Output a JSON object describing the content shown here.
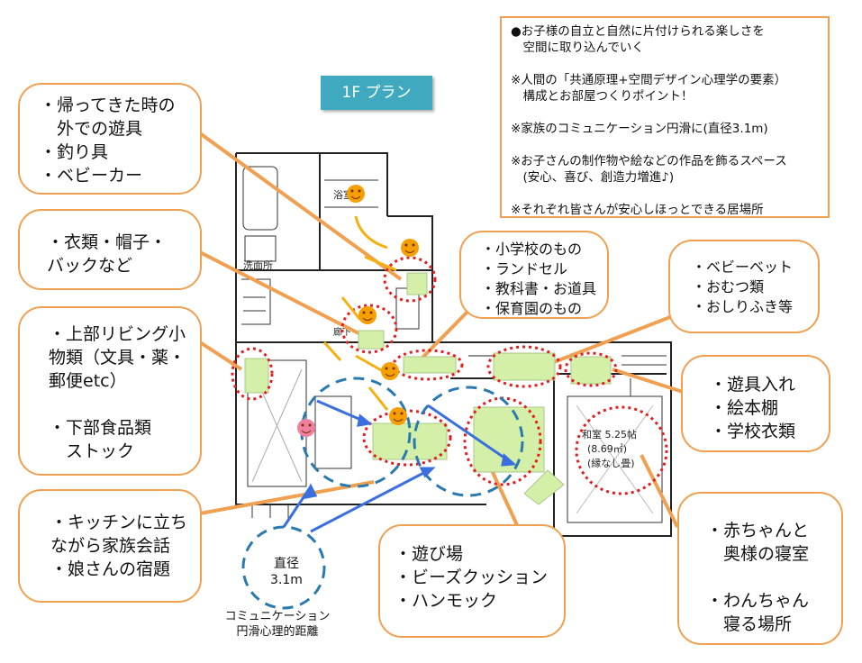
{
  "title": "1F プラン",
  "notes": [
    "●お子様の自立と自然に片付けられる楽しさを",
    "　空間に取り込んでいく",
    "",
    "※人間の「共通原理+空間デザイン心理学の要素）",
    "　構成とお部屋つくりポイント！",
    "",
    "※家族のコミュニケーション円滑に(直径3.1m)",
    "",
    "※お子さんの制作物や絵などの作品を飾るスペース",
    "　(安心、喜び、創造力増進♪)",
    "",
    "※それぞれ皆さんが安心しほっとできる居場所"
  ],
  "callouts": {
    "entrance": [
      "・帰ってきた時の",
      "　外での遊具",
      "・釣り具",
      "・ベビーカー"
    ],
    "clothes": [
      "・衣類・帽子・",
      "バックなど"
    ],
    "living_storage": [
      "・上部リビング小",
      "物類（文具・薬・",
      "郵便etc）",
      "",
      "・下部食品類",
      "　ストック"
    ],
    "kitchen": [
      "・キッチンに立ち",
      "ながら家族会話",
      "・娘さんの宿題"
    ],
    "school": [
      "・小学校のもの",
      "・ランドセル",
      "・教科書・お道具",
      "・保育園のもの"
    ],
    "baby": [
      "・ベビーベット",
      "・おむつ類",
      "・おしりふき等"
    ],
    "toys": [
      "・遊具入れ",
      "・絵本棚",
      "・学校衣類"
    ],
    "play": [
      "・遊び場",
      "・ビーズクッション",
      "・ハンモック"
    ],
    "bedroom": [
      "・赤ちゃんと",
      "　奥様の寝室",
      "",
      "・わんちゃん",
      "　寝る場所"
    ]
  },
  "diameter_label": [
    "直径",
    "3.1m"
  ],
  "communication_caption": [
    "コミュニケーション",
    "円滑心理的距離"
  ],
  "plan_labels": {
    "bath": "浴室",
    "washroom": "洗面所",
    "hall": "廊下",
    "japanese_room": "和室 5.25帖",
    "japanese_room_area": "(8.69㎡)",
    "japanese_room_note": "(縁なし畳)"
  },
  "colors": {
    "accent": "#f0a050",
    "title_bg": "#3fa9c0",
    "storage_fill": "#d4f0a8",
    "dashed_red": "#e02020",
    "circle_blue": "#2a7ab0",
    "arrow_blue": "#3a6fe0",
    "arrow_orange": "#f5b010",
    "smiley": "#f5a000"
  },
  "icons": [
    "smiley-face-icon"
  ]
}
